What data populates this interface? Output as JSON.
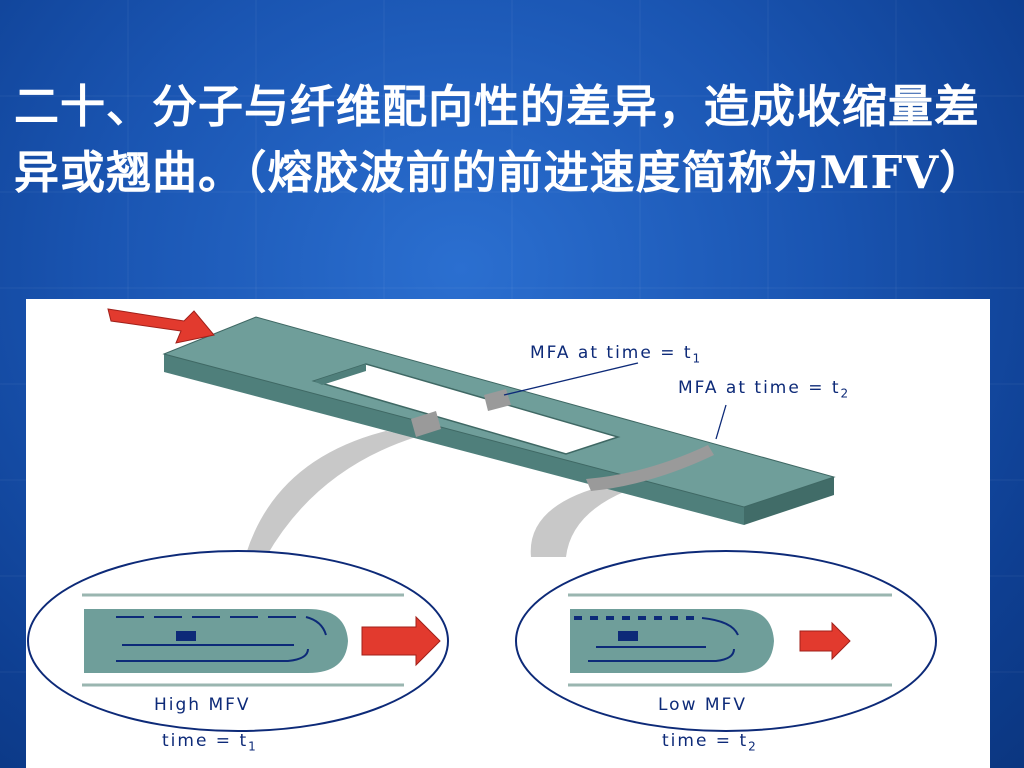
{
  "slide": {
    "title": "二十、分子与纤维配向性的差异，造成收缩量差异或翘曲。（熔胶波前的前进速度简称为MFV）"
  },
  "figure": {
    "label_t1_prefix": "MFA at time = t",
    "label_t1_sub": "1",
    "label_t2_prefix": "MFA at time = t",
    "label_t2_sub": "2",
    "left_caption": "High MFV",
    "left_time_prefix": "time = t",
    "left_time_sub": "1",
    "right_caption": "Low MFV",
    "right_time_prefix": "time = t",
    "right_time_sub": "2"
  },
  "colors": {
    "part_top": "#6f9e9a",
    "part_side": "#4f7f7b",
    "arrow": "#e23a2e",
    "label": "#0d2a78"
  }
}
